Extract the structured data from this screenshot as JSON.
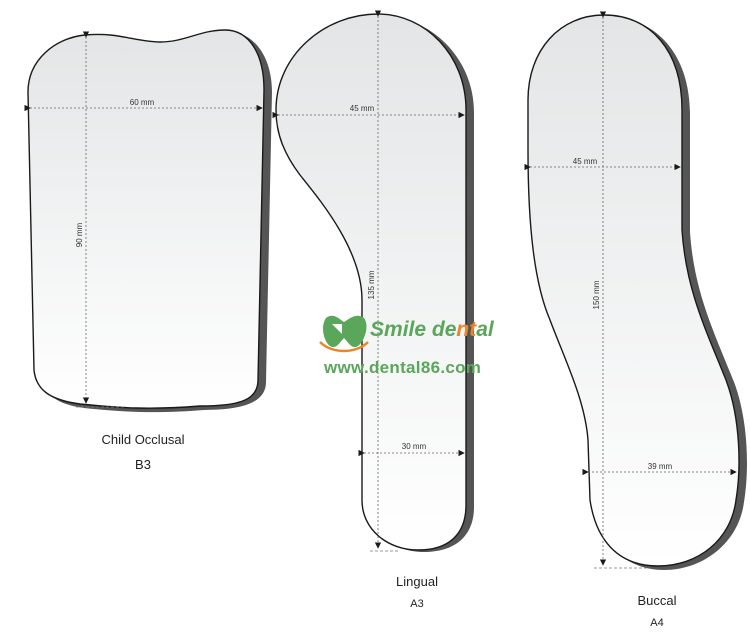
{
  "mirrors": [
    {
      "name": "Child Occlusal",
      "code": "B3",
      "width_label": "60 mm",
      "height_label": "90 mm"
    },
    {
      "name": "Lingual",
      "code": "A3",
      "width_label": "45 mm",
      "height_label": "135 mm",
      "bottom_width_label": "30 mm"
    },
    {
      "name": "Buccal",
      "code": "A4",
      "width_label": "45 mm",
      "height_label": "150 mm",
      "bottom_width_label": "39 mm"
    }
  ],
  "watermark": {
    "brand_prefix": "S",
    "brand_main": "mile de",
    "brand_accent1": "n",
    "brand_tail1": "",
    "brand_accent2": "t",
    "brand_tail2": "al",
    "url": "www.dental86.com"
  },
  "colors": {
    "outline": "#1a1a1a",
    "fill_top": "#e4e6e7",
    "fill_bottom": "#ffffff",
    "brand_green": "#5aa65a",
    "brand_orange": "#e8862a"
  }
}
